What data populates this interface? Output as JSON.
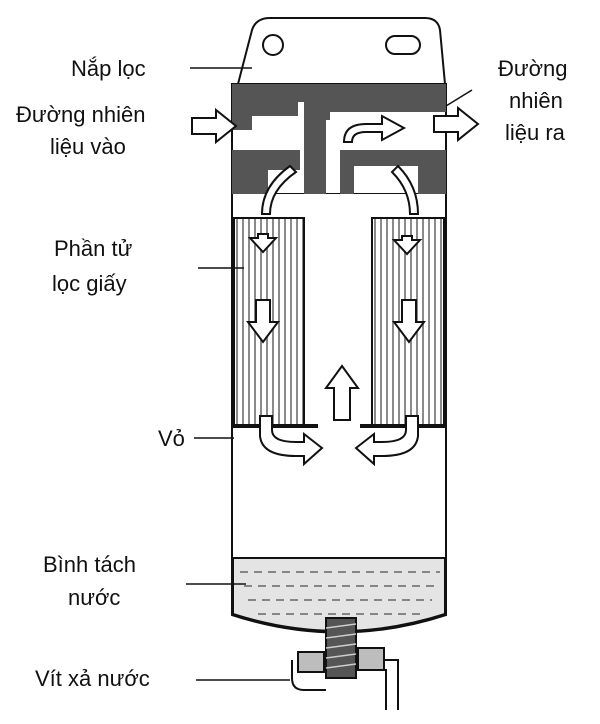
{
  "labels": {
    "cap": "Nắp lọc",
    "fuel_in_line1": "Đường nhiên",
    "fuel_in_line2": "liệu vào",
    "fuel_out_line1": "Đường",
    "fuel_out_line2": "nhiên",
    "fuel_out_line3": "liệu ra",
    "paper_element_line1": "Phần tử",
    "paper_element_line2": "lọc giấy",
    "housing": "Vỏ",
    "water_separator_line1": "Bình tách",
    "water_separator_line2": "nước",
    "drain_screw": "Vít xả nước"
  },
  "colors": {
    "line": "#111111",
    "dark_fill": "#555555",
    "water_fill": "#e4e4e4",
    "filter_hatch": "#9a9a9a"
  }
}
